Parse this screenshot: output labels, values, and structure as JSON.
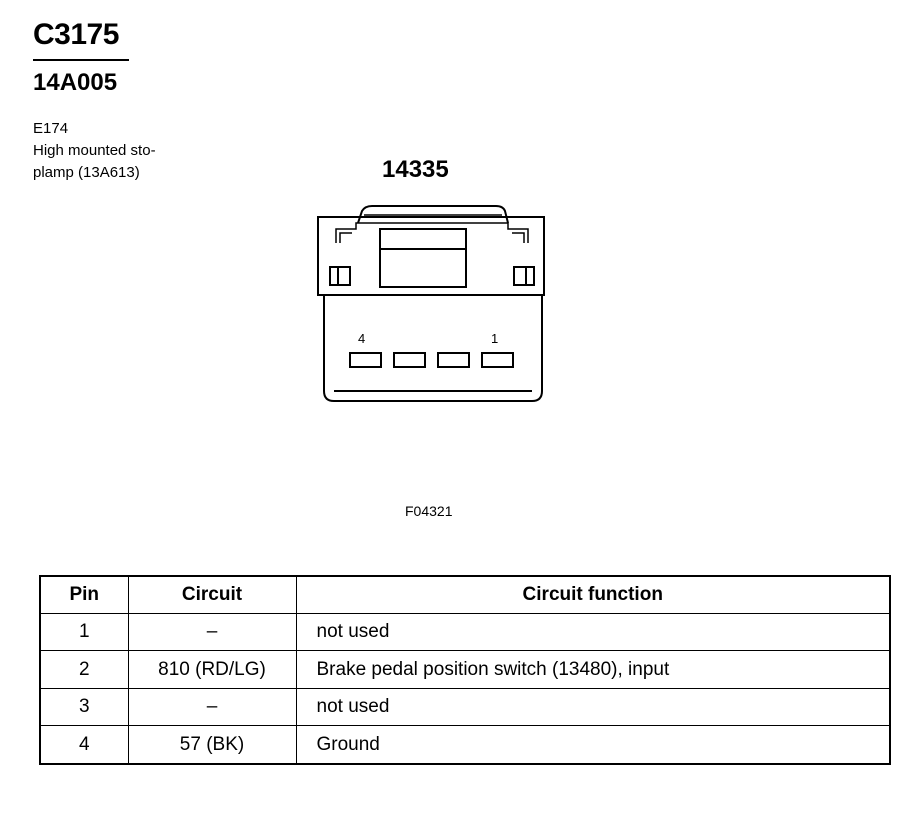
{
  "header": {
    "connector_id": "C3175",
    "part_number": "14A005",
    "description_lines": [
      "E174",
      "High mounted sto-",
      "plamp (13A613)"
    ]
  },
  "diagram": {
    "connector_part": "14335",
    "pin_labels": {
      "left": "4",
      "right": "1"
    },
    "figure_id": "F04321"
  },
  "table": {
    "columns": [
      "Pin",
      "Circuit",
      "Circuit function"
    ],
    "rows": [
      {
        "pin": "1",
        "circuit": "–",
        "function": "not used"
      },
      {
        "pin": "2",
        "circuit": "810 (RD/LG)",
        "function": "Brake pedal position switch (13480), input"
      },
      {
        "pin": "3",
        "circuit": "–",
        "function": "not used"
      },
      {
        "pin": "4",
        "circuit": "57 (BK)",
        "function": "Ground"
      }
    ]
  }
}
